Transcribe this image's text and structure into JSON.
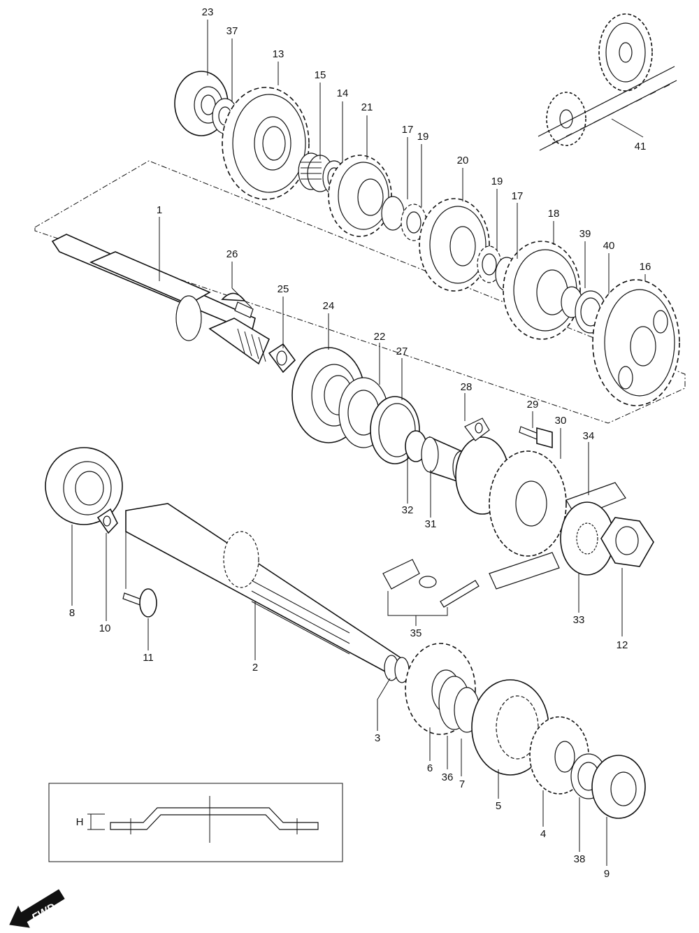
{
  "diagram": {
    "callouts": [
      "1",
      "2",
      "3",
      "4",
      "5",
      "6",
      "7",
      "8",
      "9",
      "10",
      "11",
      "12",
      "13",
      "14",
      "15",
      "16",
      "17",
      "18",
      "19",
      "20",
      "21",
      "22",
      "23",
      "24",
      "25",
      "26",
      "27",
      "28",
      "29",
      "30",
      "31",
      "32",
      "33",
      "34",
      "35",
      "36",
      "37",
      "38",
      "39",
      "40",
      "41"
    ],
    "inset_label": "H",
    "direction_label": "FWD"
  }
}
